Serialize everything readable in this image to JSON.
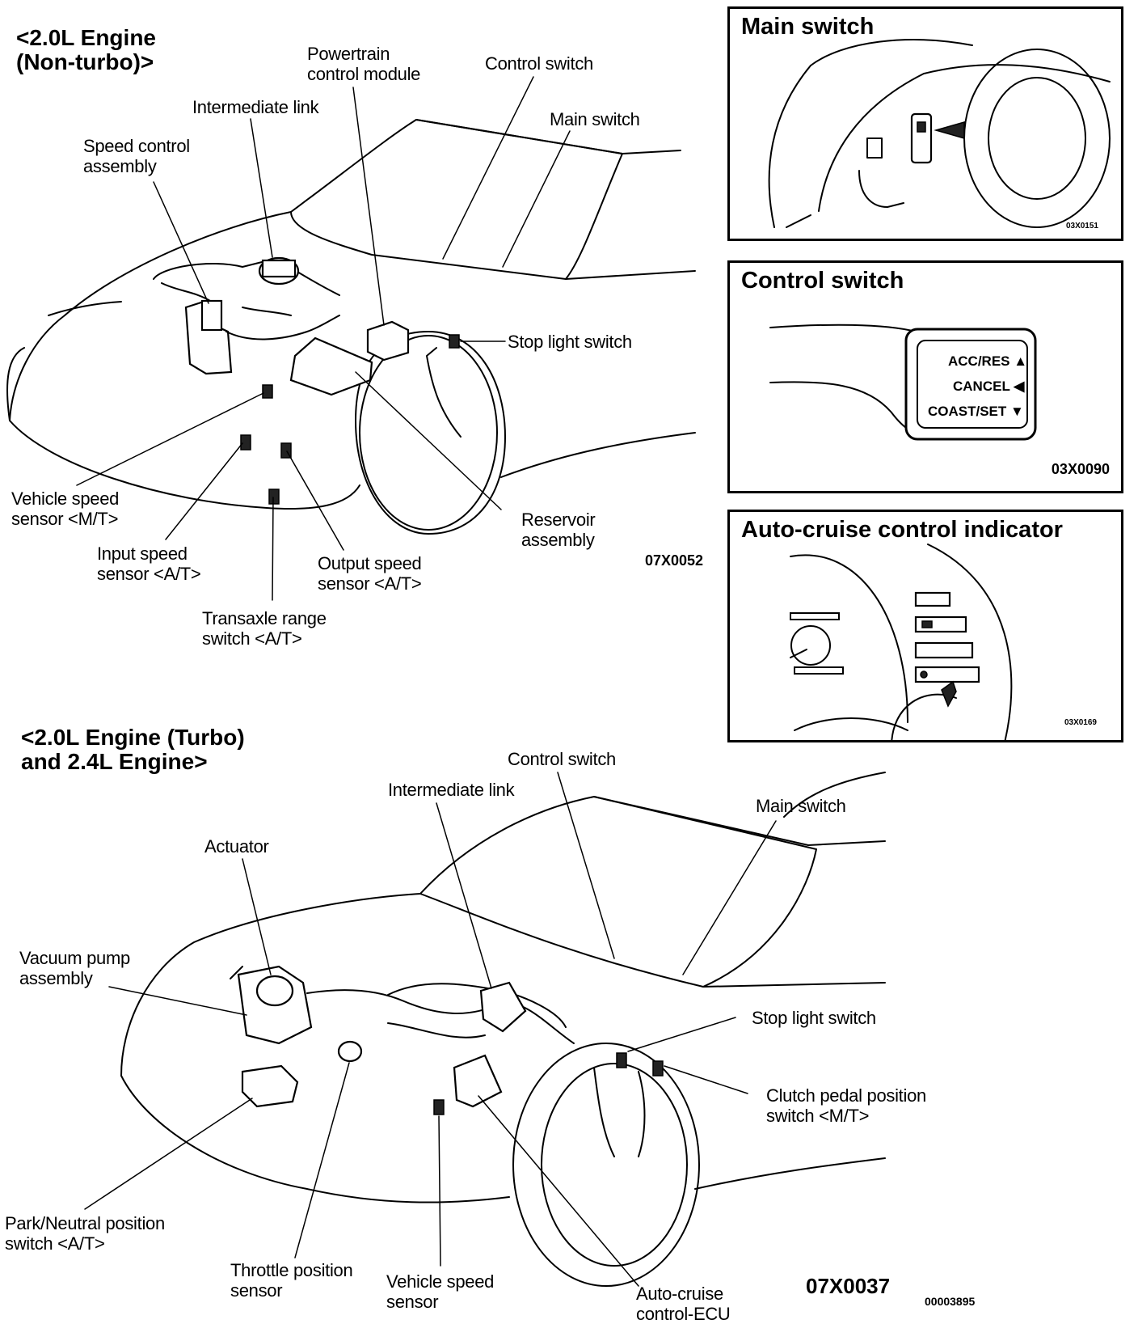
{
  "top_section": {
    "heading": "<2.0L Engine\n(Non-turbo)>",
    "labels": {
      "powertrain_module": "Powertrain\ncontrol module",
      "control_switch": "Control switch",
      "intermediate_link": "Intermediate link",
      "main_switch": "Main switch",
      "speed_control": "Speed control\nassembly",
      "stop_light": "Stop light switch",
      "vehicle_speed_mt": "Vehicle speed\nsensor <M/T>",
      "input_speed": "Input speed\nsensor <A/T>",
      "output_speed": "Output speed\nsensor <A/T>",
      "reservoir": "Reservoir\nassembly",
      "transaxle_range": "Transaxle range\nswitch <A/T>"
    },
    "figure_code": "07X0052"
  },
  "insets": {
    "main_switch": {
      "title": "Main switch",
      "code": "03X0151"
    },
    "control_switch": {
      "title": "Control switch",
      "code": "03X0090",
      "buttons": [
        "ACC/RES ▲",
        "CANCEL ◀",
        "COAST/SET ▼"
      ]
    },
    "indicator": {
      "title": "Auto-cruise control indicator",
      "code": "03X0169"
    }
  },
  "bottom_section": {
    "heading": "<2.0L Engine (Turbo)\nand 2.4L Engine>",
    "labels": {
      "control_switch": "Control switch",
      "intermediate_link": "Intermediate link",
      "main_switch": "Main switch",
      "actuator": "Actuator",
      "vacuum_pump": "Vacuum pump\nassembly",
      "stop_light": "Stop light switch",
      "clutch_pedal": "Clutch pedal position\nswitch <M/T>",
      "park_neutral": "Park/Neutral position\nswitch <A/T>",
      "throttle": "Throttle position\nsensor",
      "vehicle_speed": "Vehicle speed\nsensor",
      "auto_cruise_ecu": "Auto-cruise\ncontrol-ECU"
    },
    "figure_code": "07X0037",
    "doc_code": "00003895"
  }
}
